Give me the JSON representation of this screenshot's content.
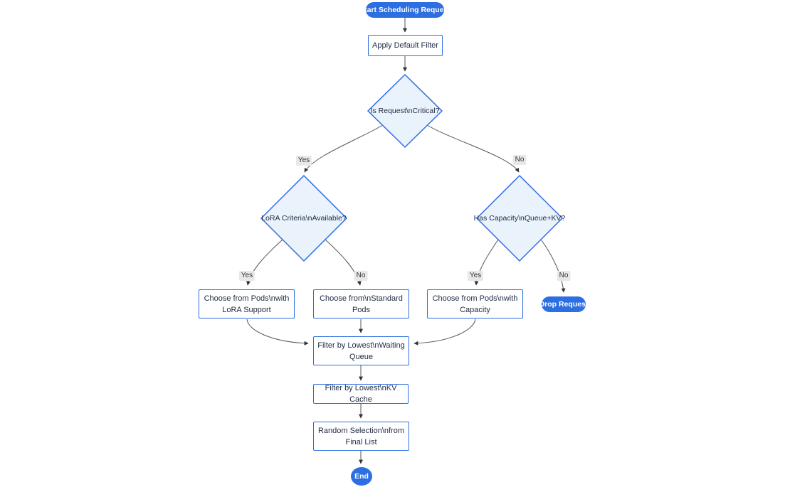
{
  "diagram": {
    "type": "flowchart",
    "direction": "top-down",
    "colors": {
      "accent_blue": "#2D6EE1",
      "diamond_fill": "#EAF2FB",
      "rect_fill": "#FFFFFF",
      "node_text": "#222D45",
      "pill_text": "#FFFFFF",
      "edge_line": "#555555",
      "edge_label_bg": "#E8E8E8",
      "edge_label_text": "#333333",
      "canvas_bg": "#FFFFFF"
    },
    "nodes": {
      "start": {
        "shape": "stadium",
        "lines": [
          "Start Scheduling Request"
        ]
      },
      "apply_filter": {
        "shape": "rect",
        "lines": [
          "Apply Default Filter"
        ]
      },
      "is_critical": {
        "shape": "diamond",
        "lines": [
          "Is Request\\nCritical?"
        ]
      },
      "lora_criteria": {
        "shape": "diamond",
        "lines": [
          "LoRA Criteria\\nAvailable?"
        ]
      },
      "has_capacity": {
        "shape": "diamond",
        "lines": [
          "Has Capacity\\nQueue+KV?"
        ]
      },
      "choose_lora": {
        "shape": "rect",
        "lines": [
          "Choose from Pods\\nwith",
          "LoRA Support"
        ]
      },
      "choose_standard": {
        "shape": "rect",
        "lines": [
          "Choose from\\nStandard",
          "Pods"
        ]
      },
      "choose_capacity": {
        "shape": "rect",
        "lines": [
          "Choose from Pods\\nwith",
          "Capacity"
        ]
      },
      "drop_request": {
        "shape": "stadium",
        "lines": [
          "Drop Request"
        ]
      },
      "filter_waiting": {
        "shape": "rect",
        "lines": [
          "Filter by Lowest\\nWaiting",
          "Queue"
        ]
      },
      "filter_kv": {
        "shape": "rect",
        "lines": [
          "Filter by Lowest\\nKV Cache"
        ]
      },
      "random_selection": {
        "shape": "rect",
        "lines": [
          "Random Selection\\nfrom",
          "Final List"
        ]
      },
      "end": {
        "shape": "circle",
        "lines": [
          "End"
        ]
      }
    },
    "edges": {
      "start_to_apply": {
        "from": "start",
        "to": "apply_filter"
      },
      "apply_to_critical": {
        "from": "apply_filter",
        "to": "is_critical"
      },
      "critical_yes": {
        "from": "is_critical",
        "to": "lora_criteria",
        "label": "Yes"
      },
      "critical_no": {
        "from": "is_critical",
        "to": "has_capacity",
        "label": "No"
      },
      "lora_yes": {
        "from": "lora_criteria",
        "to": "choose_lora",
        "label": "Yes"
      },
      "lora_no": {
        "from": "lora_criteria",
        "to": "choose_standard",
        "label": "No"
      },
      "capacity_yes": {
        "from": "has_capacity",
        "to": "choose_capacity",
        "label": "Yes"
      },
      "capacity_no": {
        "from": "has_capacity",
        "to": "drop_request",
        "label": "No"
      },
      "lora_to_filter": {
        "from": "choose_lora",
        "to": "filter_waiting"
      },
      "standard_to_filter": {
        "from": "choose_standard",
        "to": "filter_waiting"
      },
      "capacity_to_filter": {
        "from": "choose_capacity",
        "to": "filter_waiting"
      },
      "filter_to_kv": {
        "from": "filter_waiting",
        "to": "filter_kv"
      },
      "kv_to_random": {
        "from": "filter_kv",
        "to": "random_selection"
      },
      "random_to_end": {
        "from": "random_selection",
        "to": "end"
      }
    }
  }
}
